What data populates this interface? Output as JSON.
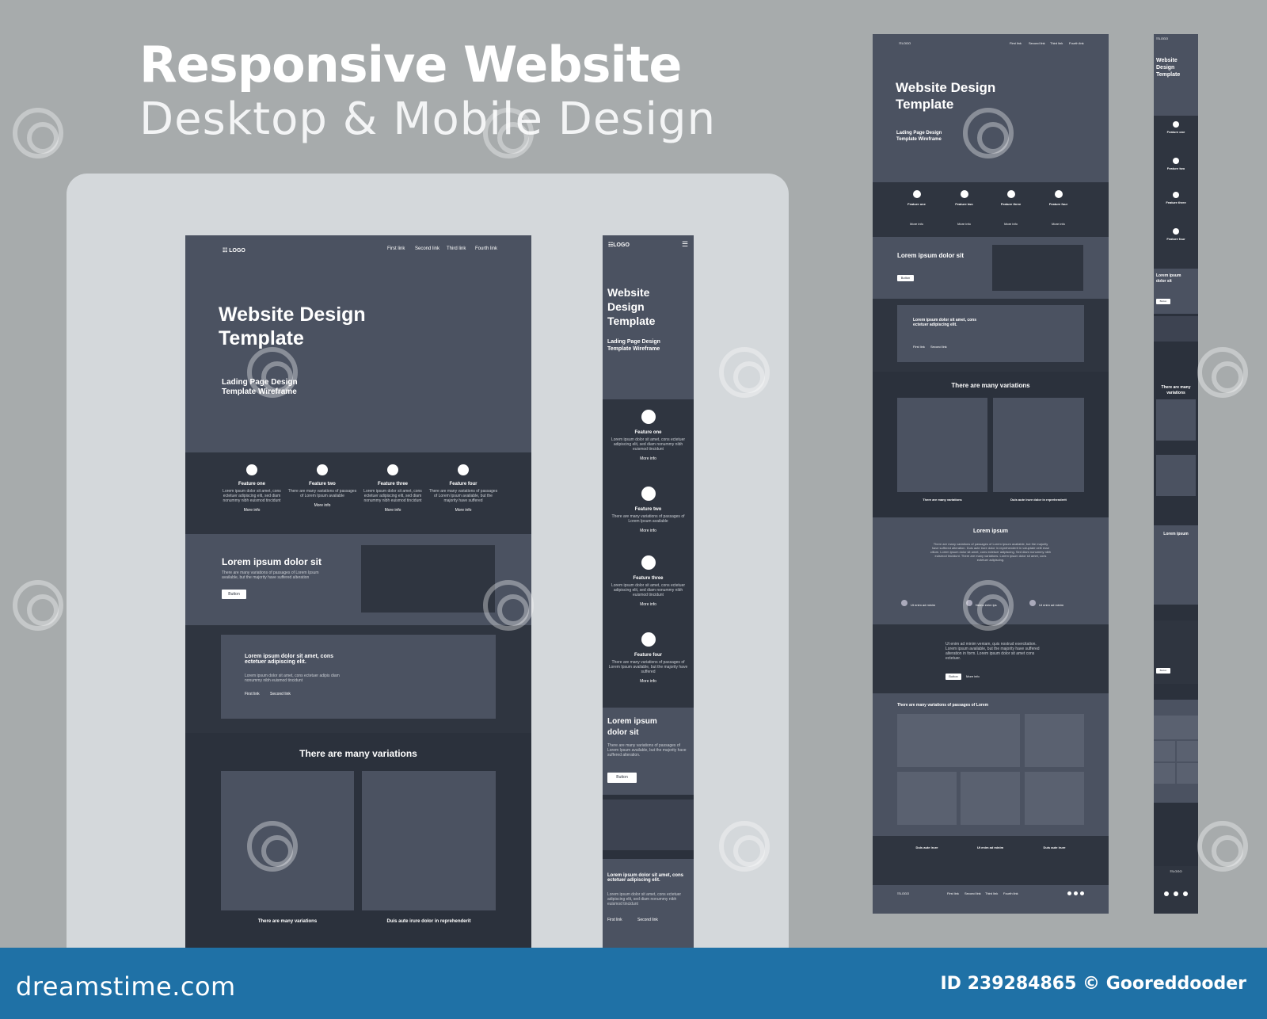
{
  "header": {
    "title": "Responsive Website",
    "subtitle": "Desktop & Mobile Design"
  },
  "colors": {
    "background": "#a7abac",
    "panel": "#d4d8db",
    "wireframe_dark": "#2b313c",
    "wireframe_mid": "#4b5261",
    "brand_bar": "#1f71a6"
  },
  "desktop": {
    "logo": "LOGO",
    "nav": [
      "First link",
      "Second link",
      "Third link",
      "Fourth link"
    ],
    "hero_title_1": "Website Design",
    "hero_title_2": "Template",
    "hero_sub_1": "Lading Page Design",
    "hero_sub_2": "Template Wireframe",
    "features": [
      {
        "title": "Feature one",
        "text": "Lorem ipsum dolor sit amet, cons ectetuer adipiscing elit, sed diam nonummy nibh euismod tincidunt",
        "link": "More info"
      },
      {
        "title": "Feature two",
        "text": "There are many variations of passages of Lorem Ipsum available",
        "link": "More info"
      },
      {
        "title": "Feature three",
        "text": "Lorem ipsum dolor sit amet, cons ectetuer adipiscing elit, sed diam nonummy nibh euismod tincidunt",
        "link": "More info"
      },
      {
        "title": "Feature four",
        "text": "There are many variations of passages of Lorem Ipsum available, but the majority have suffered",
        "link": "More info"
      }
    ],
    "section1_title": "Lorem ipsum dolor sit",
    "section1_text": "There are many variations of passages of Lorem Ipsum available, but the majority have suffered alteration",
    "section1_button": "Button",
    "section2_title": "Lorem ipsum dolor sit amet, cons ectetuer adipiscing elit.",
    "section2_text": "Lorem ipsum dolor sit amet, cons ectetuer adipis diam nonummy nibh euismod tincidunt",
    "section2_link1": "First link",
    "section2_link2": "Second link",
    "section3_title": "There are many variations",
    "caption1": "There are many variations",
    "caption2": "Duis aute irure dolor in reprehenderit"
  },
  "mobile": {
    "logo": "LOGO",
    "hero_title_1": "Website",
    "hero_title_2": "Design",
    "hero_title_3": "Template",
    "hero_sub_1": "Lading Page Design",
    "hero_sub_2": "Template Wireframe",
    "features": [
      {
        "title": "Feature one",
        "text": "Lorem ipsum dolor sit amet, cons ectetuer adipiscing elit, sed diam nonummy nibh euismod tincidunt",
        "link": "More info"
      },
      {
        "title": "Feature two",
        "text": "There are many variations of passages of Lorem Ipsum available",
        "link": "More info"
      },
      {
        "title": "Feature three",
        "text": "Lorem ipsum dolor sit amet, cons ectetuer adipiscing elit, sed diam nonummy nibh euismod tincidunt",
        "link": "More info"
      },
      {
        "title": "Feature four",
        "text": "There are many variations of passages of Lorem Ipsum available, but the majority have suffered",
        "link": "More info"
      }
    ],
    "section1_title_1": "Lorem ipsum",
    "section1_title_2": "dolor sit",
    "section1_text": "There are many variations of passages of Lorem Ipsum available, but the majority have suffered alteration.",
    "section1_button": "Button",
    "section2_title": "Lorem ipsum dolor sit amet, cons ectetuer adipiscing elit.",
    "section2_text": "Lorem ipsum dolor sit amet, cons ectetuer adipiscing elit, sed diam nonummy nibh euismod tincidunt",
    "section2_link1": "First link",
    "section2_link2": "Second link"
  },
  "desktop_full": {
    "logo": "LOGO",
    "nav": [
      "First link",
      "Second link",
      "Third link",
      "Fourth link"
    ],
    "hero_title_1": "Website Design",
    "hero_title_2": "Template",
    "hero_sub_1": "Lading Page Design",
    "hero_sub_2": "Template Wireframe",
    "features": [
      "Feature one",
      "Feature two",
      "Feature three",
      "Feature four"
    ],
    "more_info": "More info",
    "section1_title": "Lorem ipsum dolor sit",
    "section1_button": "Button",
    "section2_title": "Lorem ipsum dolor sit amet, cons ectetuer adipiscing elit.",
    "section2_link1": "First link",
    "section2_link2": "Second link",
    "section3_title": "There are many variations",
    "caption1": "There are many variations",
    "caption2": "Duis aute irure dolor in reprehenderit",
    "section4_title": "Lorem ipsum",
    "section4_text": "There are many variations of passages of Lorem Ipsum available, but the majority have suffered alteration. Duis aute irure dolor in reprehenderit in voluptate velit esse cillum. Lorem ipsum dolor sit amet, cons ectetuer adipiscing. Sed diam nonummy nibh euismod tincidunt. There are many variations. Lorem ipsum dolor sit amet, cons ectetuer adipiscing.",
    "bullets": [
      "Ut enim ad minim",
      "Nemo enim ips",
      "Ut enim ad minim"
    ],
    "quote": "Ut enim ad minim veniam, quis nostrud exercitation. Lorem ipsum available, but the majority have suffered alteration in form. Lorem ipsum dolor sit amet cons ectetuer.",
    "quote_button": "Button",
    "quote_link": "More info",
    "section5_title": "There are many variations of passages of Lorem",
    "cols": [
      "Duis aute irure",
      "Ut enim ad minim",
      "Duis aute irure"
    ],
    "footer_links": [
      "First link",
      "Second link",
      "Third link",
      "Fourth link"
    ]
  },
  "mobile_full": {
    "logo": "LOGO",
    "hero_title_1": "Website",
    "hero_title_2": "Design",
    "hero_title_3": "Template",
    "features": [
      "Feature one",
      "Feature two",
      "Feature three",
      "Feature four"
    ],
    "section1_title_1": "Lorem ipsum",
    "section1_title_2": "dolor sit",
    "button": "Button",
    "section3_title_1": "There are many",
    "section3_title_2": "variations",
    "section4_title": "Lorem ipsum"
  },
  "brand_bar": {
    "site": "dreamstime.com",
    "credit": "ID 239284865 © Gooreddooder"
  },
  "watermark": "dreamstime"
}
